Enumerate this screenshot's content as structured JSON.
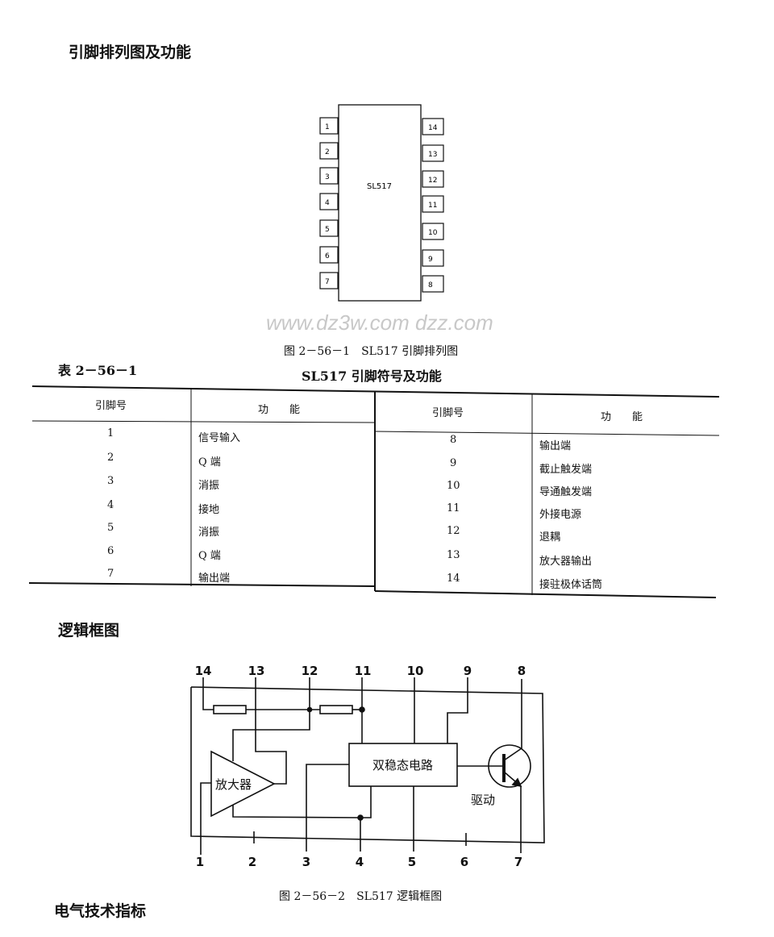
{
  "sections": {
    "pinout_heading": "引脚排列图及功能",
    "logic_heading": "逻辑框图",
    "specs_heading": "电气技术指标"
  },
  "pinout": {
    "chip_label": "SL517",
    "left_pins": [
      "1",
      "2",
      "3",
      "4",
      "5",
      "6",
      "7"
    ],
    "right_pins": [
      "14",
      "13",
      "12",
      "11",
      "10",
      "9",
      "8"
    ],
    "caption": "图 2－56－1　SL517 引脚排列图"
  },
  "table": {
    "number": "表 2－56－1",
    "title": "SL517 引脚符号及功能",
    "headers": [
      "引脚号",
      "功　　能",
      "引脚号",
      "功　　能"
    ],
    "left_rows": [
      {
        "pin": "1",
        "func": "信号输入"
      },
      {
        "pin": "2",
        "func": "Q 端"
      },
      {
        "pin": "3",
        "func": "消振"
      },
      {
        "pin": "4",
        "func": "接地"
      },
      {
        "pin": "5",
        "func": "消振"
      },
      {
        "pin": "6",
        "func": "Q 端"
      },
      {
        "pin": "7",
        "func": "输出端"
      }
    ],
    "right_rows": [
      {
        "pin": "8",
        "func": "输出端"
      },
      {
        "pin": "9",
        "func": "截止触发端"
      },
      {
        "pin": "10",
        "func": "导通触发端"
      },
      {
        "pin": "11",
        "func": "外接电源"
      },
      {
        "pin": "12",
        "func": "退耦"
      },
      {
        "pin": "13",
        "func": "放大器输出"
      },
      {
        "pin": "14",
        "func": "接驻极体话筒"
      }
    ]
  },
  "watermark": "www.dz3w.com dzz.com",
  "logic": {
    "top_pins": [
      "14",
      "13",
      "12",
      "11",
      "10",
      "9",
      "8"
    ],
    "bottom_pins": [
      "1",
      "2",
      "3",
      "4",
      "5",
      "6",
      "7"
    ],
    "amplifier_label": "放大器",
    "bistable_label": "双稳态电路",
    "driver_label": "驱动",
    "caption": "图 2－56－2　SL517 逻辑框图"
  }
}
